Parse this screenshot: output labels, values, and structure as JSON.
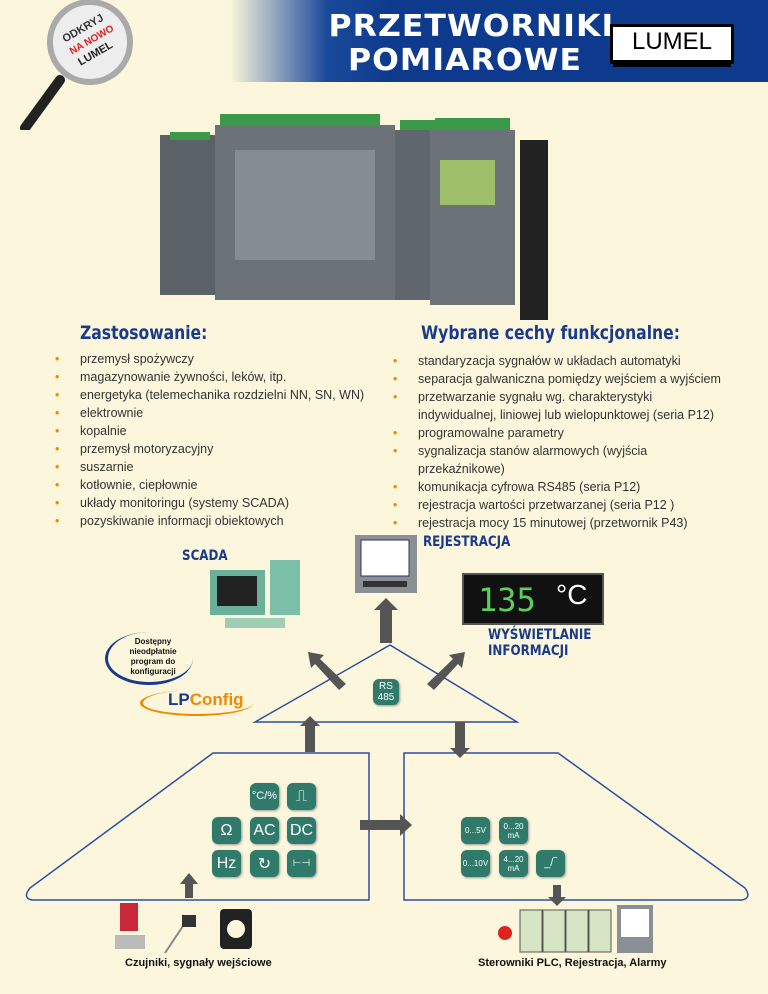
{
  "header": {
    "title_line1": "PRZETWORNIKI",
    "title_line2": "POMIAROWE",
    "logo": "LUMEL",
    "magnifier_text": [
      "ODKRYJ",
      "NA NOWO",
      "LUMEL"
    ]
  },
  "applications": {
    "heading": "Zastosowanie:",
    "items": [
      "przemysł spożywczy",
      "magazynowanie żywności, leków, itp.",
      "energetyka (telemechanika rozdzielni NN, SN, WN)",
      "elektrownie",
      "kopalnie",
      "przemysł motoryzacyjny",
      "suszarnie",
      "kotłownie, ciepłownie",
      "układy monitoringu (systemy SCADA)",
      "pozyskiwanie informacji obiektowych"
    ]
  },
  "features": {
    "heading": "Wybrane cechy funkcjonalne:",
    "items": [
      "standaryzacja sygnałów w układach automatyki",
      "separacja galwaniczna pomiędzy wejściem a wyjściem",
      "przetwarzanie sygnału wg. charakterystyki indywidualnej, liniowej lub wielopunktowej (seria P12)",
      "programowalne parametry",
      "sygnalizacja stanów alarmowych (wyjścia przekaźnikowe)",
      "komunikacja cyfrowa RS485 (seria P12)",
      "rejestracja wartości przetwarzanej (seria P12 )",
      "rejestracja mocy 15 minutowej (przetwornik P43)"
    ]
  },
  "diagram": {
    "scada": "SCADA",
    "registration": "REJESTRACJA",
    "display_label": "WYŚWIETLANIE INFORMACJI",
    "display_value": "135",
    "display_unit": "°C",
    "rs485_line1": "RS",
    "rs485_line2": "485",
    "config_note": "Dostępny nieodpłatnie program do konfiguracji",
    "lpconfig_lp": "LP",
    "lpconfig_config": "Config",
    "input_icons": [
      "°C/%",
      "⎍",
      "Ω",
      "AC",
      "DC",
      "Hz",
      "↻",
      "⊢⊣"
    ],
    "output_icons": [
      "0...5V",
      "0...20 mA",
      "0...10V",
      "4...20 mA",
      "_/‾"
    ],
    "inputs_caption": "Czujniki, sygnały wejściowe",
    "outputs_caption": "Sterowniki PLC, Rejestracja, Alarmy"
  },
  "colors": {
    "blue": "#0e3a8c",
    "orange": "#f08a00",
    "icon_green": "#2f7a6a",
    "background": "#fbf6dc"
  }
}
